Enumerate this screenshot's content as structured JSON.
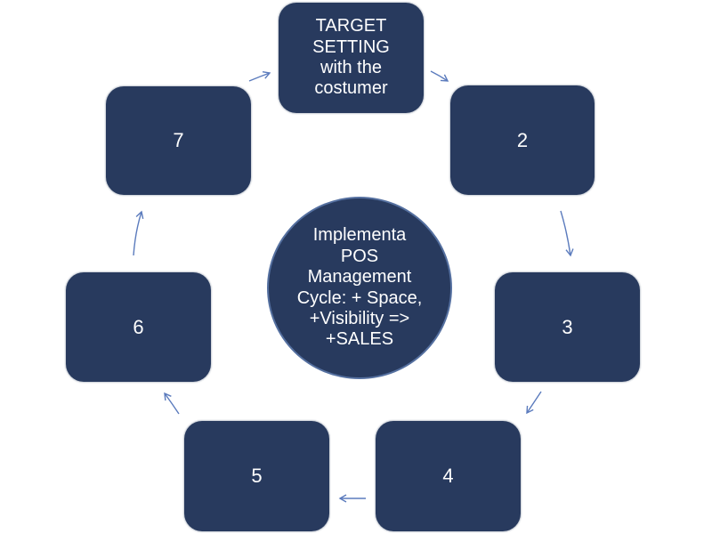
{
  "diagram": {
    "type": "cycle",
    "center": {
      "label": "Implementa\nPOS\nManagement\nCycle: + Space,\n+Visibility =>\n+SALES"
    },
    "steps": [
      {
        "id": 1,
        "label": "TARGET\nSETTING\nwith the\ncostumer"
      },
      {
        "id": 2,
        "label": "2"
      },
      {
        "id": 3,
        "label": "3"
      },
      {
        "id": 4,
        "label": "4"
      },
      {
        "id": 5,
        "label": "5"
      },
      {
        "id": 6,
        "label": "6"
      },
      {
        "id": 7,
        "label": "7"
      }
    ],
    "flow": [
      {
        "from": 1,
        "to": 2
      },
      {
        "from": 2,
        "to": 3
      },
      {
        "from": 3,
        "to": 4
      },
      {
        "from": 4,
        "to": 5
      },
      {
        "from": 5,
        "to": 6
      },
      {
        "from": 6,
        "to": 7
      },
      {
        "from": 7,
        "to": 1
      }
    ],
    "colors": {
      "node_fill": "#283a5e",
      "node_text": "#ffffff",
      "arrow": "#5b7bbd",
      "circle_border": "#5570a0"
    }
  }
}
